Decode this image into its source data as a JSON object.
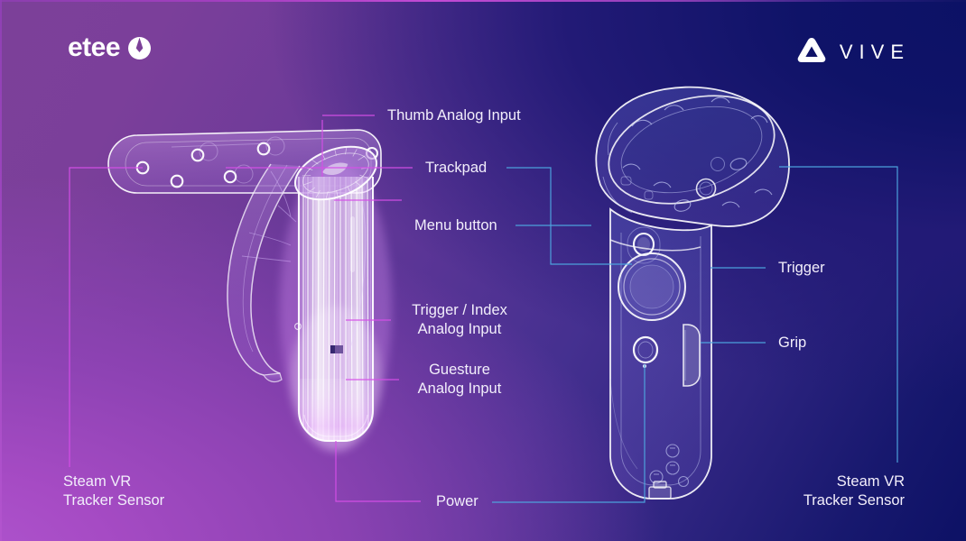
{
  "meta": {
    "title": "etee vs VIVE controller comparison diagram",
    "bg_top_left": "#7c4099",
    "bg_top_right": "#0e1266",
    "bg_bottom_left": "#a64bc4",
    "bg_bottom_right": "#3a3590",
    "leader_color_left": "#d64fe8",
    "leader_color_right": "#4ea8e0",
    "text_color": "#f2eefb"
  },
  "brands": {
    "left": {
      "name": "etee",
      "mark": "etee-droplet-mark"
    },
    "right": {
      "name": "VIVE",
      "mark": "vive-triangle-mark"
    }
  },
  "labels": {
    "thumb_analog": "Thumb Analog Input",
    "trackpad": "Trackpad",
    "menu_button": "Menu button",
    "trigger_index": "Trigger / Index\nAnalog Input",
    "guesture": "Guesture\nAnalog Input",
    "power": "Power",
    "trigger": "Trigger",
    "grip": "Grip",
    "steam_vr_left": "Steam VR\nTracker Sensor",
    "steam_vr_right": "Steam VR\nTracker Sensor"
  },
  "devices": {
    "left": {
      "name": "etee-controller",
      "callouts": [
        "thumb_analog",
        "trackpad",
        "trigger_index",
        "guesture",
        "power",
        "steam_vr_left"
      ]
    },
    "right": {
      "name": "vive-wand-controller",
      "callouts": [
        "trackpad",
        "menu_button",
        "trigger",
        "grip",
        "power",
        "steam_vr_right"
      ]
    }
  }
}
